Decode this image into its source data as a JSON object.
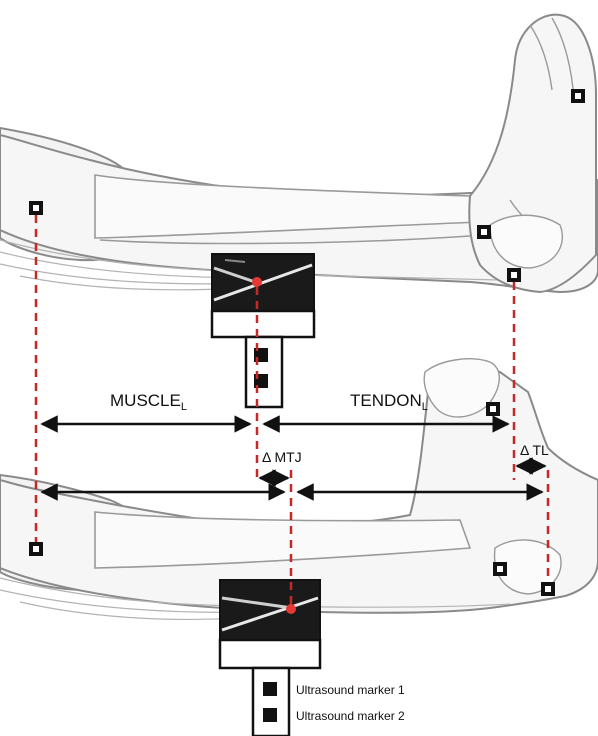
{
  "labels": {
    "muscle": "MUSCLE",
    "muscle_sub": "L",
    "tendon": "TENDON",
    "tendon_sub": "L",
    "delta_mtj": "Δ MTJ",
    "delta_tl": "Δ TL"
  },
  "legend": {
    "marker1": "Ultrasound marker 1",
    "marker2": "Ultrasound marker 2"
  },
  "colors": {
    "measure_line": "#c62828",
    "junction_dot": "#e53935",
    "outline": "#8a8a8a",
    "fill": "#f3f3f3",
    "ink": "#111111"
  }
}
